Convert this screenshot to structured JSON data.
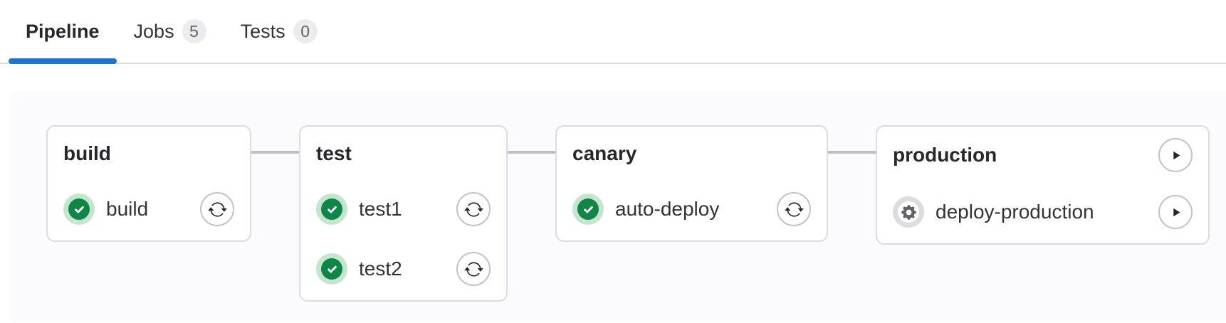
{
  "tabs": [
    {
      "label": "Pipeline",
      "active": true
    },
    {
      "label": "Jobs",
      "badge": "5"
    },
    {
      "label": "Tests",
      "badge": "0"
    }
  ],
  "colors": {
    "accent_blue": "#1f75cb",
    "success_green": "#108548",
    "success_halo_green": "#c3e6cd",
    "manual_icon_gray": "#626168",
    "manual_halo_gray": "#dcdcde",
    "card_border": "#dcdcde",
    "connector_gray": "#bfbfc3",
    "graph_background": "#fbfafd"
  },
  "pipeline": {
    "stages": [
      {
        "name": "build",
        "jobs": [
          {
            "name": "build",
            "status": "success",
            "action": "retry"
          }
        ]
      },
      {
        "name": "test",
        "jobs": [
          {
            "name": "test1",
            "status": "success",
            "action": "retry"
          },
          {
            "name": "test2",
            "status": "success",
            "action": "retry"
          }
        ]
      },
      {
        "name": "canary",
        "jobs": [
          {
            "name": "auto-deploy",
            "status": "success",
            "action": "retry"
          }
        ]
      },
      {
        "name": "production",
        "stage_action": "play",
        "jobs": [
          {
            "name": "deploy-production",
            "status": "manual",
            "action": "play"
          }
        ]
      }
    ]
  }
}
